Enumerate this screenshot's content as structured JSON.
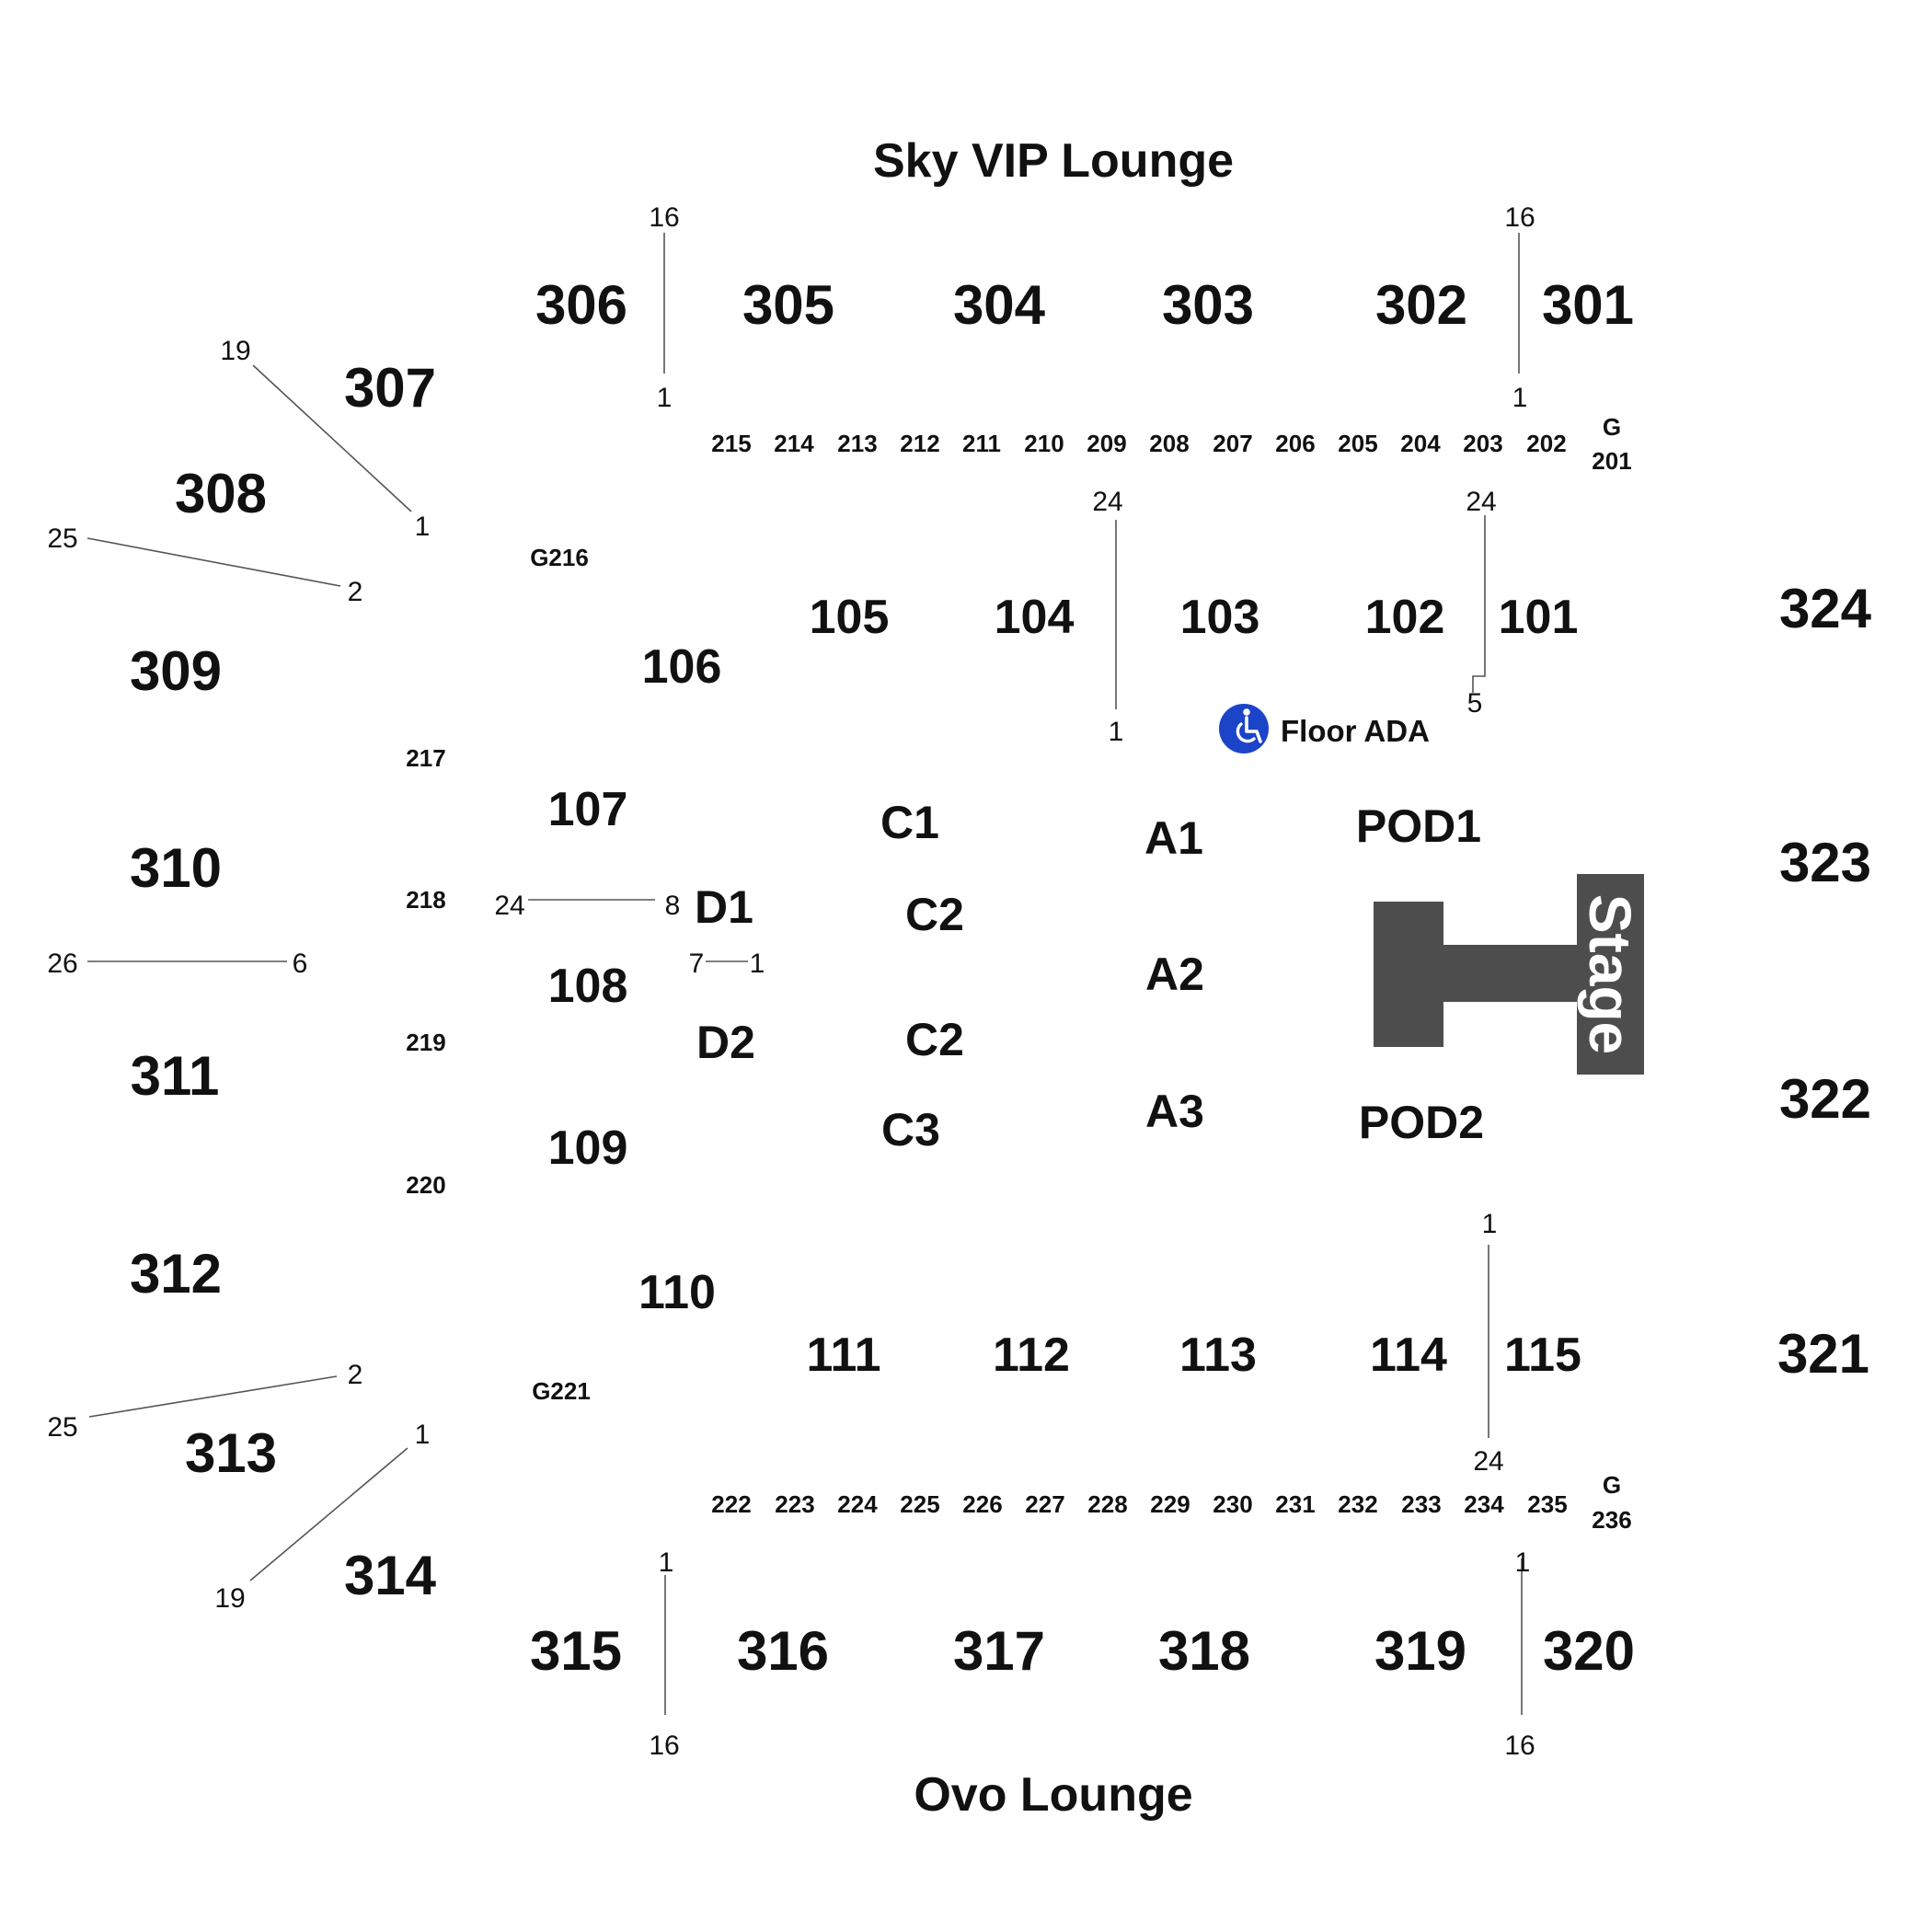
{
  "map": {
    "lounges": {
      "top": "Sky VIP Lounge",
      "bottom": "Ovo Lounge"
    },
    "upper_sections": [
      "306",
      "305",
      "304",
      "303",
      "302",
      "301",
      "307",
      "308",
      "309",
      "310",
      "311",
      "312",
      "313",
      "314",
      "315",
      "316",
      "317",
      "318",
      "319",
      "320",
      "321",
      "322",
      "323",
      "324"
    ],
    "lower_sections": [
      "105",
      "104",
      "103",
      "102",
      "101",
      "106",
      "107",
      "108",
      "109",
      "110",
      "111",
      "112",
      "113",
      "114",
      "115"
    ],
    "loge_sections_top": [
      "215",
      "214",
      "213",
      "212",
      "211",
      "210",
      "209",
      "208",
      "207",
      "206",
      "205",
      "204",
      "203",
      "202"
    ],
    "loge_sections_bottom": [
      "222",
      "223",
      "224",
      "225",
      "226",
      "227",
      "228",
      "229",
      "230",
      "231",
      "232",
      "233",
      "234",
      "235"
    ],
    "loge_sections_side": [
      "217",
      "218",
      "219",
      "220"
    ],
    "gates": {
      "g216": "G216",
      "g221": "G221",
      "g_top": "G",
      "g201": "201",
      "g_bottom": "G",
      "g236": "236"
    },
    "floor_sections": [
      "C1",
      "C2",
      "C2",
      "C3",
      "D1",
      "D2",
      "A1",
      "A2",
      "A3",
      "POD1",
      "POD2"
    ],
    "stage_label": "Stage",
    "ada_label": "Floor ADA",
    "ada_icon": "wheelchair-icon",
    "ada_color": "#1c44c8",
    "stage_color": "#4d4d4d",
    "row_markers": {
      "s306_top": "16",
      "s306_bottom": "1",
      "s301_top": "16",
      "s301_bottom": "1",
      "s307_far": "19",
      "s307_near": "1",
      "s308_far": "25",
      "s308_near": "2",
      "s310_far": "26",
      "s310_near": "6",
      "s313_far": "25",
      "s313_near": "2",
      "s314_far": "19",
      "s314_near": "1",
      "s315_top": "1",
      "s315_bottom": "16",
      "s320_top": "1",
      "s320_bottom": "16",
      "s104_top": "24",
      "s104_bottom": "1",
      "s101_top": "24",
      "s101_bottom": "5",
      "s115_top": "1",
      "s115_bottom": "24",
      "s108_far": "24",
      "s108_near": "8",
      "d_left": "7",
      "d_right": "1"
    }
  }
}
